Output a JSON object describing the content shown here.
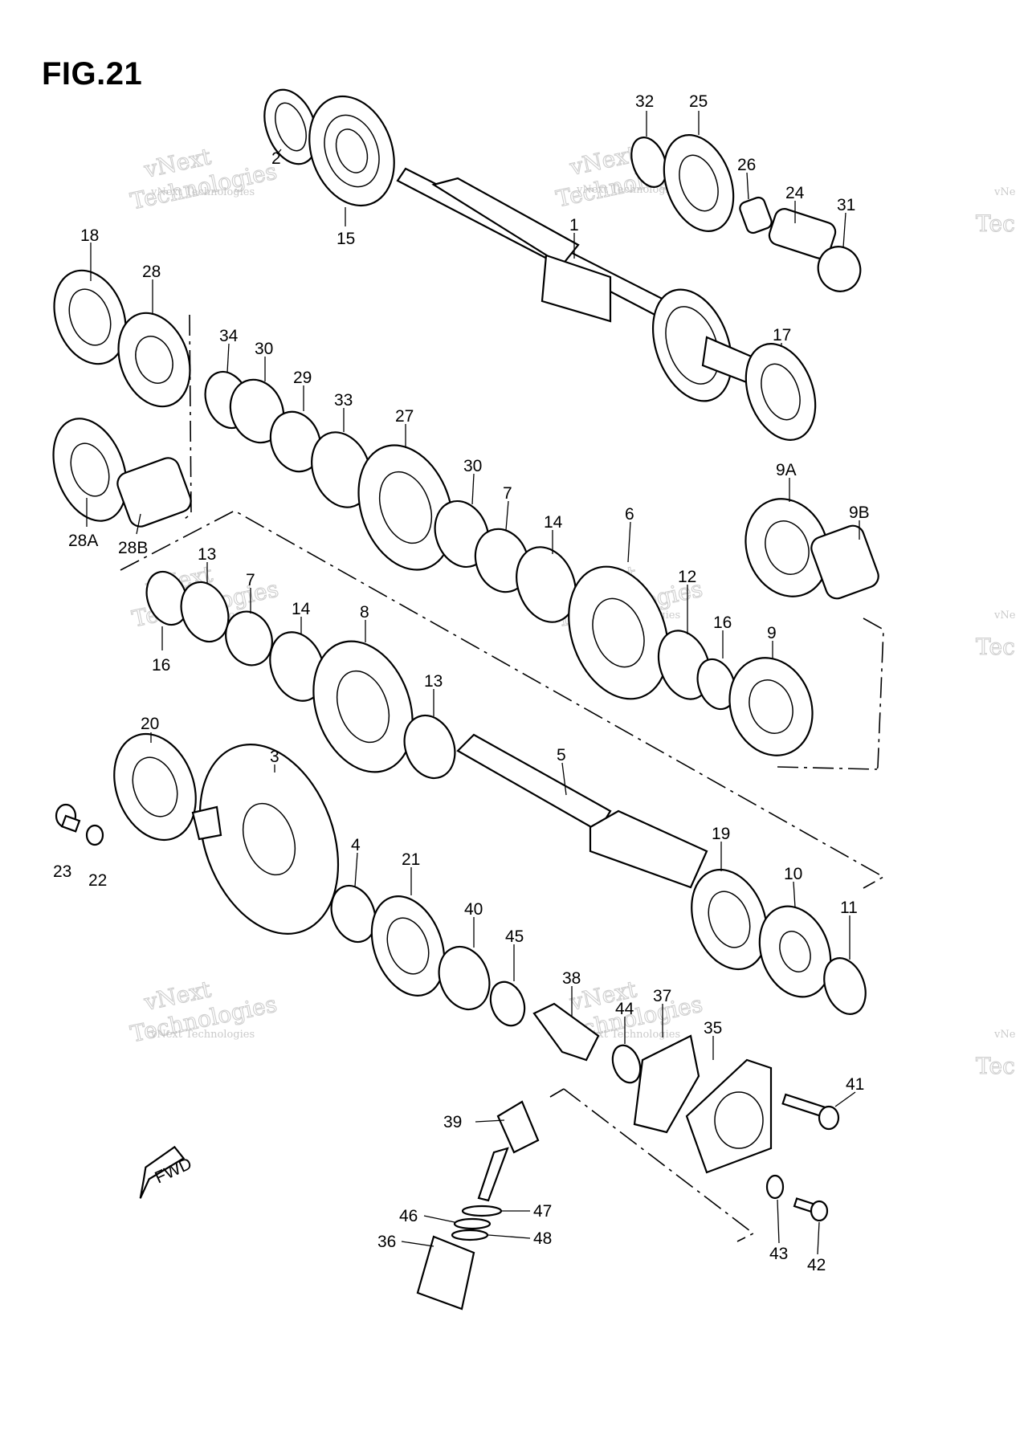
{
  "figure": {
    "title": "FIG.21"
  },
  "watermark": {
    "line1": "vNext Technologies",
    "big_a": "vNext",
    "big_b": "Technologies"
  },
  "fwd_label": "FWD",
  "callouts": [
    {
      "id": "p2",
      "text": "2"
    },
    {
      "id": "p15",
      "text": "15"
    },
    {
      "id": "p32",
      "text": "32"
    },
    {
      "id": "p25",
      "text": "25"
    },
    {
      "id": "p26",
      "text": "26"
    },
    {
      "id": "p24",
      "text": "24"
    },
    {
      "id": "p31",
      "text": "31"
    },
    {
      "id": "p1",
      "text": "1"
    },
    {
      "id": "p18",
      "text": "18"
    },
    {
      "id": "p28",
      "text": "28"
    },
    {
      "id": "p34",
      "text": "34"
    },
    {
      "id": "p30a",
      "text": "30"
    },
    {
      "id": "p29",
      "text": "29"
    },
    {
      "id": "p33",
      "text": "33"
    },
    {
      "id": "p27",
      "text": "27"
    },
    {
      "id": "p17",
      "text": "17"
    },
    {
      "id": "p28A",
      "text": "28A"
    },
    {
      "id": "p28B",
      "text": "28B"
    },
    {
      "id": "p30b",
      "text": "30"
    },
    {
      "id": "p7a",
      "text": "7"
    },
    {
      "id": "p14a",
      "text": "14"
    },
    {
      "id": "p6",
      "text": "6"
    },
    {
      "id": "p9A",
      "text": "9A"
    },
    {
      "id": "p9B",
      "text": "9B"
    },
    {
      "id": "p13a",
      "text": "13"
    },
    {
      "id": "p7b",
      "text": "7"
    },
    {
      "id": "p14b",
      "text": "14"
    },
    {
      "id": "p8",
      "text": "8"
    },
    {
      "id": "p12",
      "text": "12"
    },
    {
      "id": "p16a",
      "text": "16"
    },
    {
      "id": "p16b",
      "text": "16"
    },
    {
      "id": "p9",
      "text": "9"
    },
    {
      "id": "p13b",
      "text": "13"
    },
    {
      "id": "p20",
      "text": "20"
    },
    {
      "id": "p3",
      "text": "3"
    },
    {
      "id": "p5",
      "text": "5"
    },
    {
      "id": "p23",
      "text": "23"
    },
    {
      "id": "p22",
      "text": "22"
    },
    {
      "id": "p4",
      "text": "4"
    },
    {
      "id": "p21",
      "text": "21"
    },
    {
      "id": "p19",
      "text": "19"
    },
    {
      "id": "p10",
      "text": "10"
    },
    {
      "id": "p11",
      "text": "11"
    },
    {
      "id": "p40",
      "text": "40"
    },
    {
      "id": "p45",
      "text": "45"
    },
    {
      "id": "p38",
      "text": "38"
    },
    {
      "id": "p44",
      "text": "44"
    },
    {
      "id": "p37",
      "text": "37"
    },
    {
      "id": "p35",
      "text": "35"
    },
    {
      "id": "p41",
      "text": "41"
    },
    {
      "id": "p39",
      "text": "39"
    },
    {
      "id": "p47",
      "text": "47"
    },
    {
      "id": "p46",
      "text": "46"
    },
    {
      "id": "p48",
      "text": "48"
    },
    {
      "id": "p36",
      "text": "36"
    },
    {
      "id": "p43",
      "text": "43"
    },
    {
      "id": "p42",
      "text": "42"
    }
  ]
}
